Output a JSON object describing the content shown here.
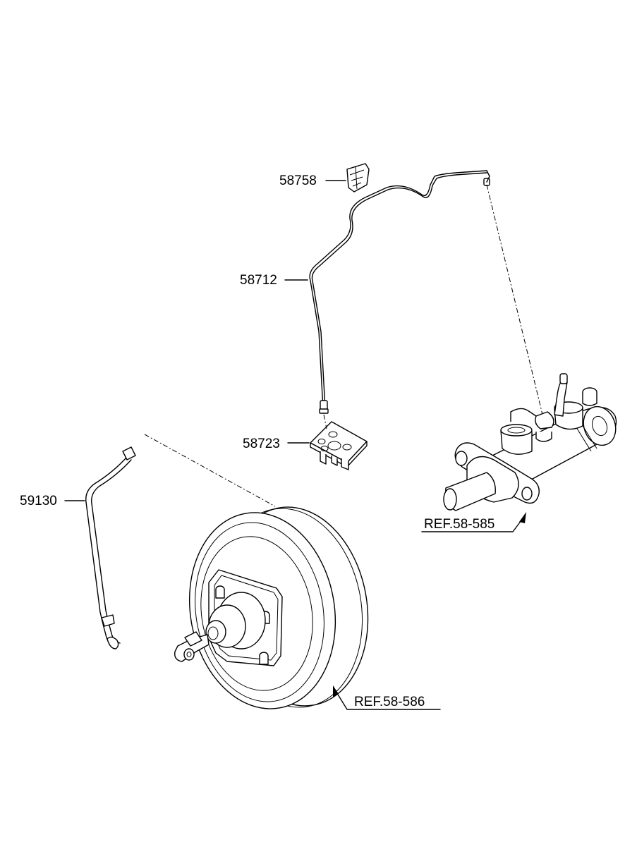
{
  "callouts": {
    "p58758": "58758",
    "p58712": "58712",
    "p58723": "58723",
    "p59130": "59130",
    "ref_master_cylinder": "REF.58-585",
    "ref_booster": "REF.58-586"
  }
}
